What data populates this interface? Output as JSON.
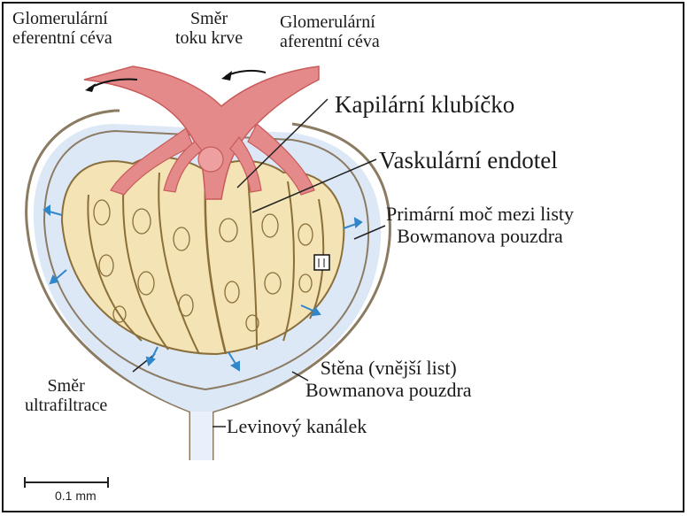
{
  "labels": {
    "efferent": "Glomerulární eferentní céva",
    "efferent_l1": "Glomerulární",
    "efferent_l2": "eferentní céva",
    "flow_l1": "Směr",
    "flow_l2": "toku krve",
    "afferent_l1": "Glomerulární",
    "afferent_l2": "aferentní céva",
    "capillary": "Kapilární klubíčko",
    "endothel": "Vaskulární endotel",
    "urine_l1": "Primární moč mezi listy",
    "urine_l2": "Bowmanova pouzdra",
    "wall_l1": "Stěna (vnější list)",
    "wall_l2": "Bowmanova pouzdra",
    "ultra_l1": "Směr",
    "ultra_l2": "ultrafiltrace",
    "canal": "Levinový kanálek"
  },
  "scale_bar": {
    "label": "0.1 mm"
  },
  "colors": {
    "vessel": "#e58a8a",
    "vessel_dark": "#c85b5b",
    "glomerulus": "#f3e3b5",
    "glomerulus_line": "#8a6f3a",
    "capsule_fill": "#dde8f7",
    "capsule_wall": "#8b7b62",
    "arrow_blue": "#2f86c9"
  }
}
